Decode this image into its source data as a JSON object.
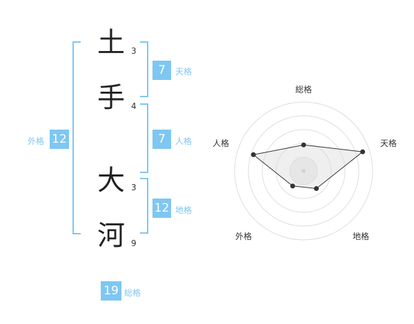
{
  "name": {
    "chars": [
      {
        "char": "土",
        "strokes": "3"
      },
      {
        "char": "手",
        "strokes": "4"
      },
      {
        "char": "大",
        "strokes": "3"
      },
      {
        "char": "河",
        "strokes": "9"
      }
    ]
  },
  "scores": {
    "tenkaku": {
      "value": "7",
      "label": "天格"
    },
    "jinkaku": {
      "value": "7",
      "label": "人格"
    },
    "chikaku": {
      "value": "12",
      "label": "地格"
    },
    "gaikaku": {
      "value": "12",
      "label": "外格"
    },
    "soukaku": {
      "value": "19",
      "label": "総格"
    }
  },
  "colors": {
    "accent": "#7ec7f2",
    "radar_fill": "#eeeeee",
    "ring": "#dddddd"
  },
  "chart_data": {
    "type": "radar",
    "axes": [
      "総格",
      "天格",
      "地格",
      "外格",
      "人格"
    ],
    "values": [
      0.42,
      1.0,
      0.35,
      0.3,
      0.85
    ],
    "rings": 5
  }
}
